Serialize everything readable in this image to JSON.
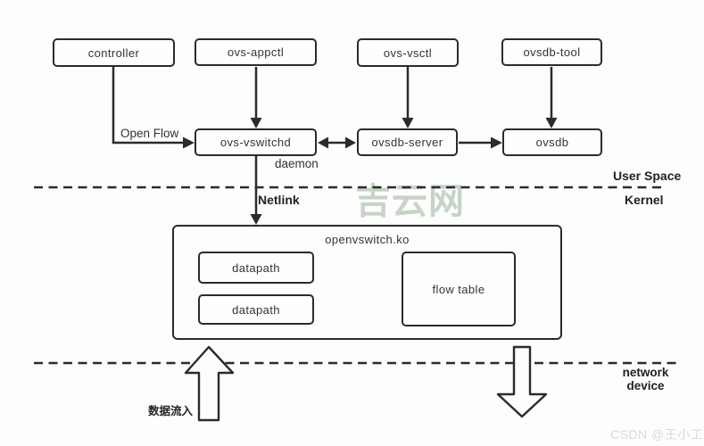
{
  "nodes": {
    "controller": "controller",
    "ovs_appctl": "ovs-appctl",
    "ovs_vsctl": "ovs-vsctl",
    "ovsdb_tool": "ovsdb-tool",
    "ovs_vswitchd": "ovs-vswitchd",
    "ovsdb_server": "ovsdb-server",
    "ovsdb": "ovsdb",
    "openvswitch_ko": "openvswitch.ko",
    "datapath_1": "datapath",
    "datapath_2": "datapath",
    "flow_table": "flow table"
  },
  "labels": {
    "open_flow": "Open Flow",
    "daemon": "daemon",
    "user_space": "User Space",
    "kernel": "Kernel",
    "netlink": "Netlink",
    "network_line1": "network",
    "network_line2": "device",
    "data_inflow": "数据流入"
  },
  "watermarks": {
    "center": "吉云网",
    "credit": "CSDN @王小工"
  },
  "colors": {
    "stroke": "#2b2b2b",
    "text": "#333333",
    "center_watermark": "#c6d4c6",
    "credit_watermark": "#dadada",
    "background": "#fdfdfd"
  }
}
